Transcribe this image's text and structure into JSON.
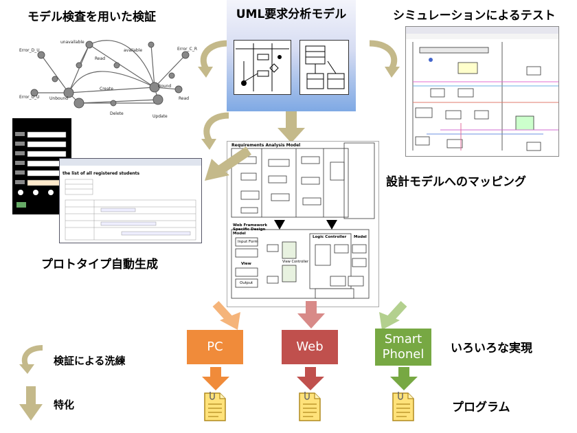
{
  "labels": {
    "model_check": "モデル検査を用いた検証",
    "uml_model": "UML要求分析モデル",
    "simulation_test": "シミュレーションによるテスト",
    "design_mapping": "設計モデルへのマッピング",
    "prototype_gen": "プロトタイプ自動生成",
    "various_impl": "いろいろな実現",
    "program": "プログラム"
  },
  "targets": [
    {
      "label": "PC",
      "color": "#f08b3a"
    },
    {
      "label": "Web",
      "color": "#c0504d"
    },
    {
      "label": "Smart\nPhonel",
      "color": "#77a843"
    }
  ],
  "legend": {
    "refine_label": "検証による洗練",
    "specialize_label": "特化"
  },
  "state_graph": {
    "nodes": [
      "Error_D_U",
      "unavailable",
      "Read",
      "available",
      "Error_C_R",
      "Unbound",
      "Create",
      "Bound",
      "Read",
      "Error_U_U",
      "Delete",
      "Update"
    ]
  },
  "prototype_window": {
    "title": "",
    "heading": "the list of all registered students"
  },
  "design_diagram": {
    "title": "Requirements Analysis Model",
    "lower_title": "Web Framework Specific Design Model",
    "logic_controller": "Logic Controller",
    "model": "Model",
    "view": "View",
    "view_controller": "View Controller",
    "input_form": "Input Form",
    "output": "Output"
  },
  "colors": {
    "arrow": "#c4b98a",
    "pc": "#f08b3a",
    "web": "#c0504d",
    "phone": "#77a843"
  }
}
